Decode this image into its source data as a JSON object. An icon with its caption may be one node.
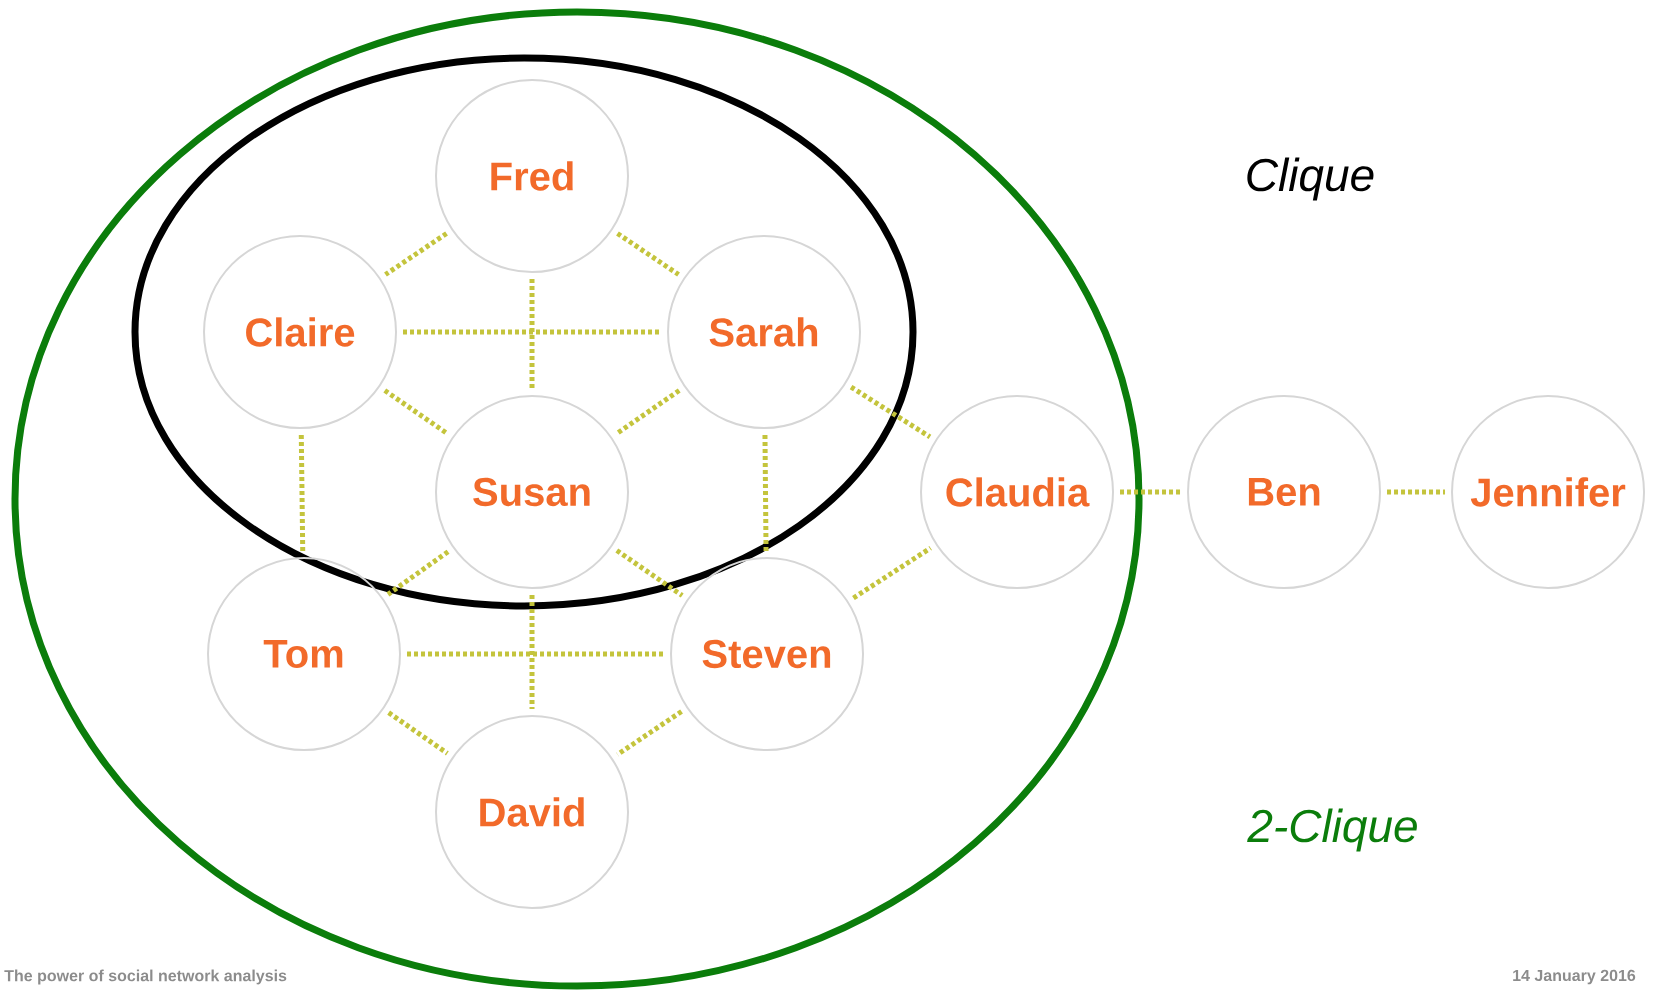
{
  "diagram": {
    "nodes": [
      {
        "text": [],
        "shape": "ellipse"
      },
      {
        "text": [],
        "shape": "ellipse",
        "in": 0
      },
      {
        "text": [
          "Fred"
        ],
        "in": 1
      },
      {
        "text": [
          "Claire"
        ],
        "in": 1
      },
      {
        "text": [
          "Sarah"
        ],
        "in": 1
      },
      {
        "text": [
          "Susan"
        ],
        "in": 1
      },
      {
        "text": [
          "Tom"
        ],
        "in": 0
      },
      {
        "text": [
          "Steven"
        ],
        "in": 0
      },
      {
        "text": [
          "David"
        ],
        "in": 0
      },
      {
        "text": [
          "Claudia"
        ],
        "in": 0
      },
      {
        "text": [
          "Ben"
        ]
      },
      {
        "text": [
          "Jennifer"
        ]
      }
    ],
    "edges": [
      {
        "from": 2,
        "to": 3,
        "arrow": "none"
      },
      {
        "from": 2,
        "to": 4,
        "arrow": "none"
      },
      {
        "from": 2,
        "to": 5,
        "arrow": "none"
      },
      {
        "from": 3,
        "to": 4,
        "arrow": "none"
      },
      {
        "from": 3,
        "to": 5,
        "arrow": "none"
      },
      {
        "from": 4,
        "to": 5,
        "arrow": "none"
      },
      {
        "from": 3,
        "to": 6,
        "arrow": "none"
      },
      {
        "from": 4,
        "to": 7,
        "arrow": "none"
      },
      {
        "from": 5,
        "to": 6,
        "arrow": "none"
      },
      {
        "from": 5,
        "to": 7,
        "arrow": "none"
      },
      {
        "from": 5,
        "to": 8,
        "arrow": "none"
      },
      {
        "from": 6,
        "to": 7,
        "arrow": "none"
      },
      {
        "from": 6,
        "to": 8,
        "arrow": "none"
      },
      {
        "from": 7,
        "to": 8,
        "arrow": "none"
      },
      {
        "from": 4,
        "to": 9,
        "arrow": "none"
      },
      {
        "from": 7,
        "to": 9,
        "arrow": "none"
      },
      {
        "from": 9,
        "to": 10,
        "arrow": "none"
      },
      {
        "from": 10,
        "to": 11,
        "arrow": "none"
      }
    ],
    "labels": [
      "Clique",
      "2-Clique",
      "The power of social network analysis",
      "14 January 2016"
    ]
  }
}
